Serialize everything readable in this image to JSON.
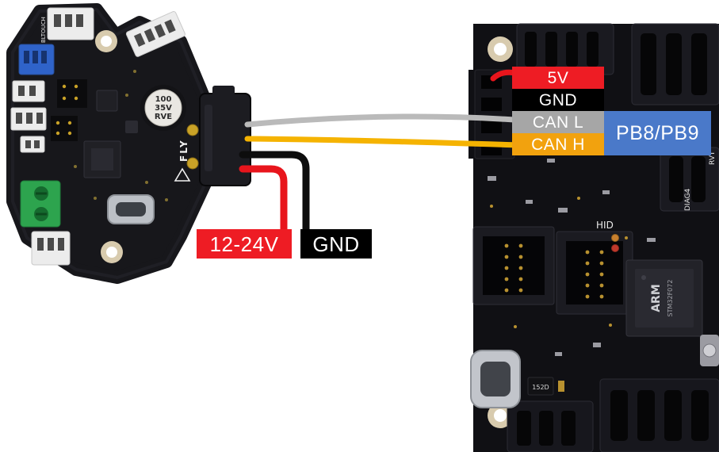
{
  "connector_labels": {
    "v5": "5V",
    "gnd": "GND",
    "can_l": "CAN L",
    "can_h": "CAN H",
    "mcu_pins": "PB8/PB9"
  },
  "power_labels": {
    "supply": "12-24V",
    "ground": "GND"
  },
  "toolhead_board": {
    "capacitor_marking": {
      "capacitance": "100",
      "voltage": "35V",
      "series": "RVE"
    },
    "silkscreen": {
      "fly": "FLY",
      "bltouch": "BLTOUCH"
    }
  },
  "mainboard": {
    "silkscreen": {
      "hid": "HID",
      "diag": "DIAG4",
      "rvt": "RVT"
    },
    "mcu": {
      "brand": "ARM",
      "model": "STM32F072"
    },
    "ic_marking": "152D"
  },
  "connections": [
    {
      "wire": "gray",
      "signal": "CAN L",
      "target": "PB8/PB9"
    },
    {
      "wire": "yellow",
      "signal": "CAN H",
      "target": "PB8/PB9"
    },
    {
      "wire": "red",
      "signal": "5V"
    },
    {
      "wire": "black",
      "signal": "GND"
    },
    {
      "wire": "red",
      "signal": "12-24V"
    },
    {
      "wire": "black",
      "signal": "GND"
    }
  ],
  "colors": {
    "label_red": "#ee1c24",
    "label_black": "#000000",
    "label_gray": "#a6a6a6",
    "label_orange": "#f2a20e",
    "label_blue": "#4a79c9",
    "wire_gray": "#bababa",
    "wire_yellow": "#f5b301",
    "wire_red": "#e8151c",
    "wire_black": "#0d0d0d"
  }
}
